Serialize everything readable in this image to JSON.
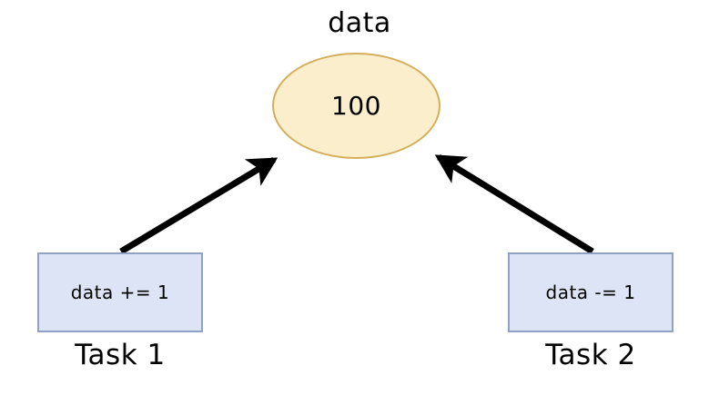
{
  "diagram": {
    "shared": {
      "title": "data",
      "value": "100",
      "fill": "#fbeecd",
      "stroke": "#d4af5a"
    },
    "tasks": [
      {
        "code": "data += 1",
        "label": "Task 1",
        "fill": "#dce4f5",
        "stroke": "#8fa2c4"
      },
      {
        "code": "data -= 1",
        "label": "Task 2",
        "fill": "#dce4f5",
        "stroke": "#8fa2c4"
      }
    ],
    "arrows": [
      {
        "name": "task-1-to-data",
        "from": "Task 1",
        "to": "data",
        "color": "#000000"
      },
      {
        "name": "task-2-to-data",
        "from": "Task 2",
        "to": "data",
        "color": "#000000"
      }
    ]
  }
}
